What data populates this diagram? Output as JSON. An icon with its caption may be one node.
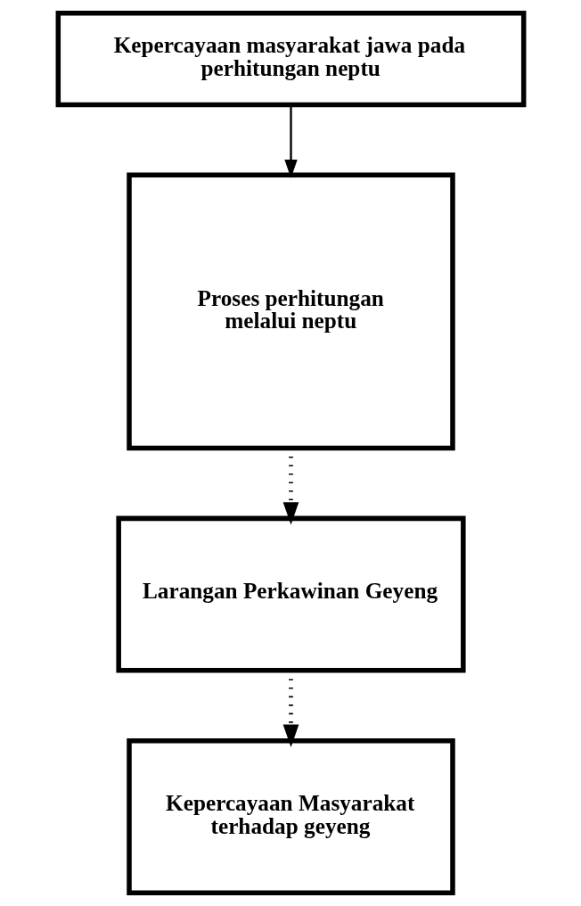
{
  "diagram": {
    "nodes": [
      {
        "text": [
          "Kepercayaan masyarakat jawa pada perhitungan neptu"
        ]
      },
      {
        "text": [
          "Proses perhitungan melalui neptu"
        ]
      },
      {
        "text": [
          "Larangan Perkawinan Geyeng"
        ]
      },
      {
        "text": [
          "Kepercayaan Masyarakat terhadap geyeng"
        ]
      }
    ],
    "edges": [
      {
        "from": 0,
        "to": 1,
        "arrow": "to"
      },
      {
        "from": 1,
        "to": 2,
        "arrow": "to",
        "style": "dashed"
      },
      {
        "from": 2,
        "to": 3,
        "arrow": "to",
        "style": "dashed"
      }
    ]
  }
}
